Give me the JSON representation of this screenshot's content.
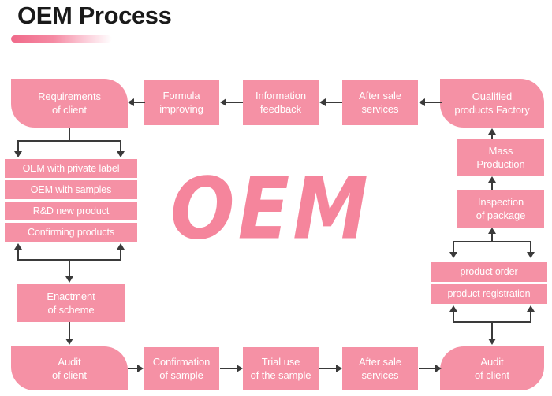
{
  "header": {
    "title": "OEM Process"
  },
  "watermark": {
    "text": "OEM"
  },
  "diagram": {
    "type": "flowchart",
    "accent_color": "#f591a5",
    "connector_color": "#3a3a3a",
    "text_color": "#ffffff",
    "background_color": "#ffffff",
    "top_row": [
      {
        "id": "requirements-of-client",
        "line1": "Requirements",
        "line2": "of client"
      },
      {
        "id": "formula-improving",
        "line1": "Formula",
        "line2": "improving"
      },
      {
        "id": "information-feedback",
        "line1": "Information",
        "line2": "feedback"
      },
      {
        "id": "after-sale-services-top",
        "line1": "After sale",
        "line2": "services"
      },
      {
        "id": "qualified-products-factory",
        "line1": "Oualified",
        "line2": "products Factory"
      }
    ],
    "left_stack": [
      {
        "id": "oem-with-private-label",
        "label": "OEM with private label"
      },
      {
        "id": "oem-with-samples",
        "label": "OEM with samples"
      },
      {
        "id": "rd-new-product",
        "label": "R&D new product"
      },
      {
        "id": "confirming-products",
        "label": "Confirming products"
      }
    ],
    "left_mid": {
      "id": "enactment-of-scheme",
      "line1": "Enactment",
      "line2": "of scheme"
    },
    "right_stack_upper": [
      {
        "id": "mass-production",
        "line1": "Mass",
        "line2": "Production"
      },
      {
        "id": "inspection-of-package",
        "line1": "Inspection",
        "line2": "of package"
      }
    ],
    "right_stack_lower": [
      {
        "id": "product-order",
        "label": "product order"
      },
      {
        "id": "product-registration",
        "label": "product registration"
      }
    ],
    "bottom_row": [
      {
        "id": "audit-of-client-left",
        "line1": "Audit",
        "line2": "of client"
      },
      {
        "id": "confirmation-of-sample",
        "line1": "Confirmation",
        "line2": "of sample"
      },
      {
        "id": "trial-use-of-the-sample",
        "line1": "Trial use",
        "line2": "of the sample"
      },
      {
        "id": "after-sale-services-bottom",
        "line1": "After sale",
        "line2": "services"
      },
      {
        "id": "audit-of-client-right",
        "line1": "Audit",
        "line2": "of client"
      }
    ]
  }
}
